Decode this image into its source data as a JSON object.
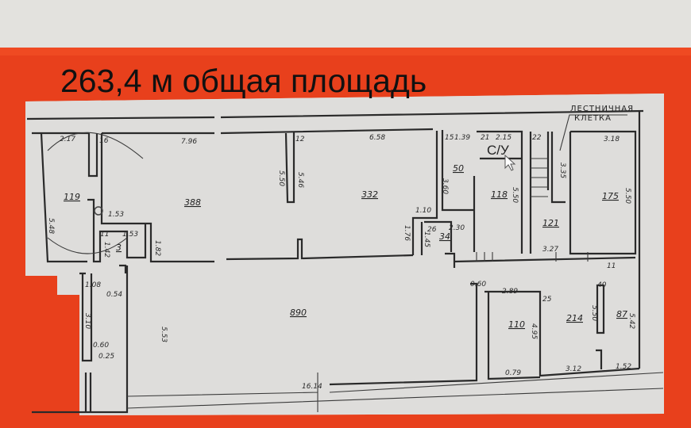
{
  "title": "263,4 м общая площадь",
  "colors": {
    "frame": "#e8401c",
    "paper": "#dcdcd8",
    "ink": "#2a2a2a"
  },
  "annotations": {
    "wc": "С/У",
    "stair_line1": "ЛЕСТНИЧНАЯ",
    "stair_line2": "КЛЕТКА"
  },
  "rooms": [
    {
      "area": "119"
    },
    {
      "area": "388"
    },
    {
      "area": "332"
    },
    {
      "area": "50"
    },
    {
      "area": "118"
    },
    {
      "area": "175"
    },
    {
      "area": "34"
    },
    {
      "area": "121"
    },
    {
      "area": "3"
    },
    {
      "area": "890"
    },
    {
      "area": "110"
    },
    {
      "area": "214"
    },
    {
      "area": "87"
    }
  ],
  "dimensions": [
    "2.17",
    "7.96",
    "6.58",
    "5.48",
    "5.50",
    "5.46",
    "1.53",
    "1.53",
    "1.42",
    "1.82",
    "1.10",
    "1.76",
    "1.45",
    "2.30",
    "3.60",
    "1.39",
    "2.15",
    "5.50",
    "3.35",
    "3.18",
    "5.50",
    "3.27",
    "5.53",
    "16.14",
    "2.89",
    "0.79",
    "3.12",
    "1.52",
    "4.95",
    "5.50",
    "5.42",
    "0.60",
    "1.08",
    "0.54",
    "3.10",
    "0.60",
    "0.25"
  ],
  "room_numbers": [
    "15",
    "21",
    "22",
    "11",
    "12",
    "16",
    "26",
    "25",
    "40",
    "11"
  ],
  "cursor": "mouse-pointer-icon"
}
